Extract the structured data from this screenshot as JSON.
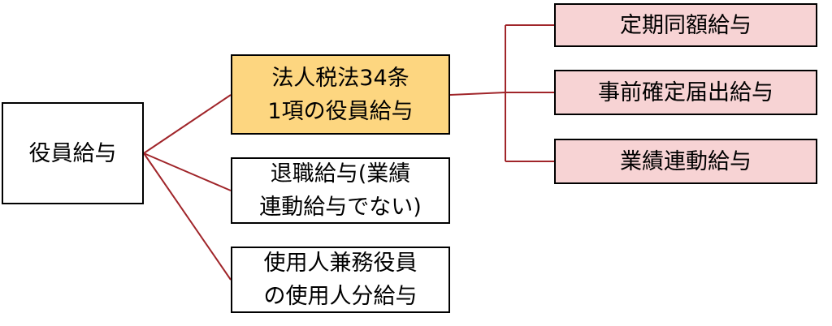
{
  "colors": {
    "connector": "#A0252A",
    "highlight_fill": "#FDD680",
    "sub_fill": "#F7D3D4",
    "plain_fill": "#FFFFFF",
    "border": "#000000"
  },
  "root": {
    "label": "役員給与"
  },
  "categories": [
    {
      "lines": [
        "法人税法34条",
        "1項の役員給与"
      ]
    },
    {
      "lines": [
        "退職給与(業績",
        "連動給与でない)"
      ]
    },
    {
      "lines": [
        "使用人兼務役員",
        "の使用人分給与"
      ]
    }
  ],
  "subcategories": [
    {
      "label": "定期同額給与"
    },
    {
      "label": "事前確定届出給与"
    },
    {
      "label": "業績連動給与"
    }
  ]
}
